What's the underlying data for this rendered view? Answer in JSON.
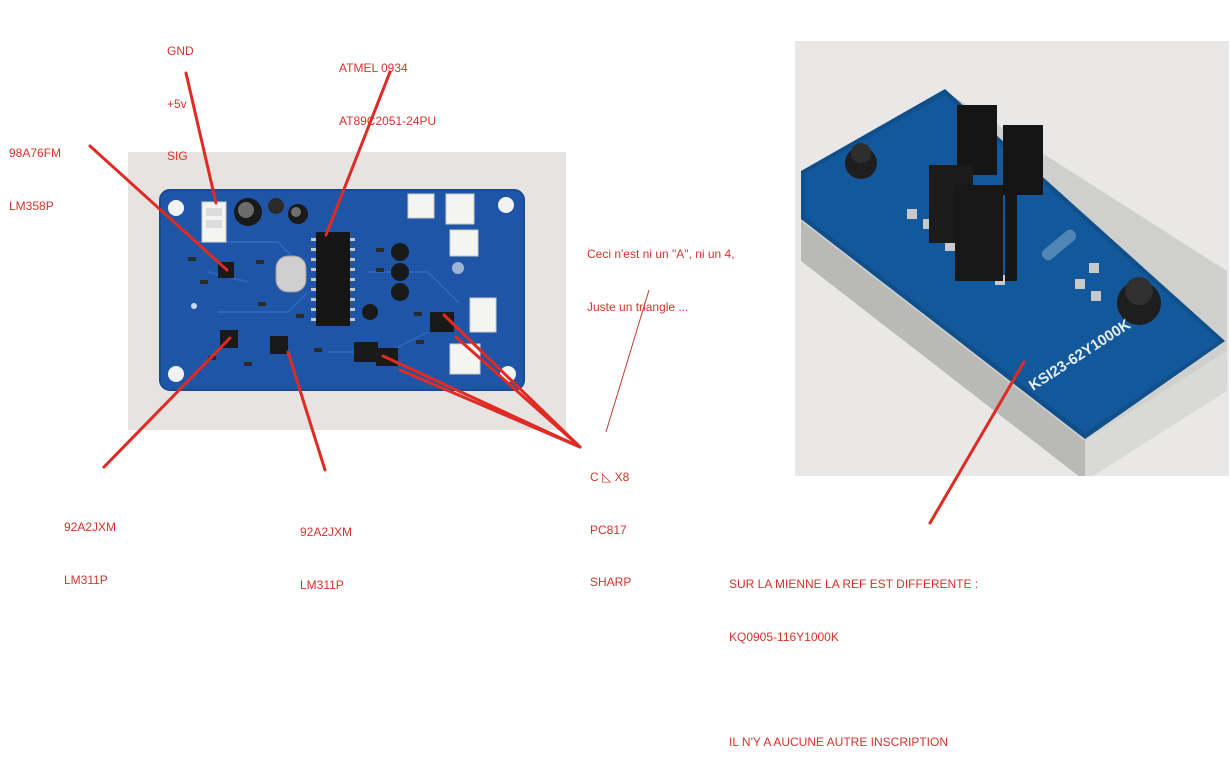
{
  "labels": {
    "power": [
      "GND",
      "+5v",
      "SIG"
    ],
    "mcu": [
      "ATMEL 0934",
      "AT89C2051-24PU"
    ],
    "opamp": [
      "98A76FM",
      "LM358P"
    ],
    "comp_left": [
      "92A2JXM",
      "LM311P"
    ],
    "comp_mid": [
      "92A2JXM",
      "LM311P"
    ],
    "opto": [
      "C ◺ X8",
      "PC817",
      "SHARP"
    ],
    "note": [
      "Ceci n'est ni un \"A\", ni un 4,",
      "Juste un triangle ..."
    ],
    "ref_note": [
      "SUR LA MIENNE LA REF EST DIFFERENTE :",
      "KQ0905-116Y1000K",
      "",
      "IL N'Y A AUCUNE AUTRE INSCRIPTION"
    ]
  },
  "sensor_marking": "KSI23-62Y1000K",
  "colors": {
    "annotation": "#d8322a",
    "pcb": "#1f56a8",
    "board_right": "#0f4f8c"
  }
}
